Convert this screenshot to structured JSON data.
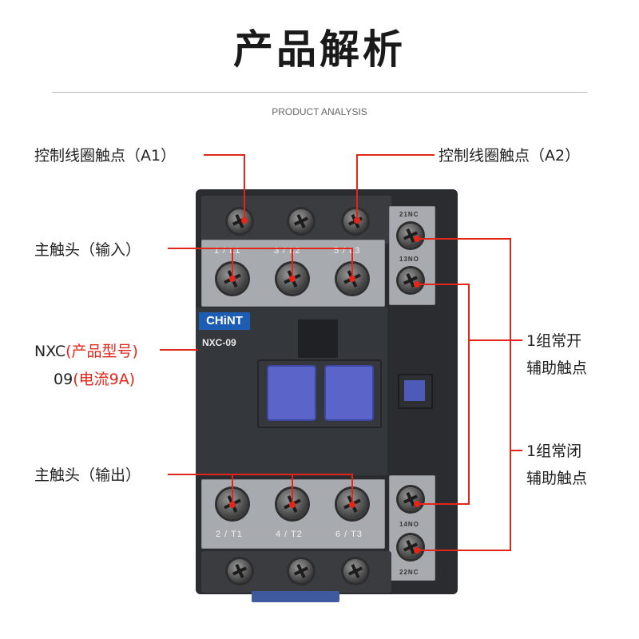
{
  "header": {
    "title": "产品解析",
    "subtitle": "PRODUCT ANALYSIS"
  },
  "callouts": {
    "coil_a1": "控制线圈触点（A1）",
    "coil_a2": "控制线圈触点（A2）",
    "main_input": "主触头（输入）",
    "main_output": "主触头（输出）",
    "model_prefix": "NXC",
    "model_note": "(产品型号)",
    "current_prefix": "09",
    "current_note": "(电流9A)",
    "aux_no_line1": "1组常开",
    "aux_no_line2": "辅助触点",
    "aux_nc_line1": "1组常闭",
    "aux_nc_line2": "辅助触点"
  },
  "device": {
    "brand": "CHiNT",
    "model": "NXC-09",
    "top_terminals": [
      "1 / L1",
      "3 / L2",
      "5 / L3"
    ],
    "bottom_terminals": [
      "2 / T1",
      "4 / T2",
      "6 / T3"
    ],
    "aux_top": "21NC",
    "aux_top2": "13NO",
    "aux_bottom": "14NO",
    "aux_bottom2": "22NC"
  },
  "colors": {
    "accent": "#e4261a",
    "brand_blue": "#1e5db4",
    "device_body": "#2a2c2f"
  }
}
